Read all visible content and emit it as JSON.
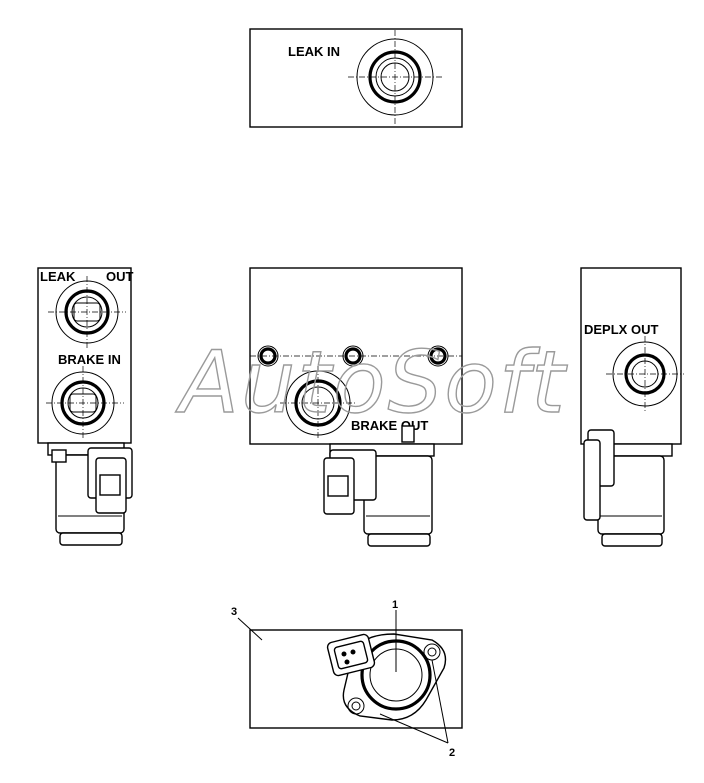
{
  "labels": {
    "leak_in": "LEAK  IN",
    "leak": "LEAK",
    "out_left": "OUT",
    "brake_in": "BRAKE  IN",
    "brake_out": "BRAKE  OUT",
    "deplx_out": "DEPLX  OUT"
  },
  "callouts": {
    "c1": "1",
    "c2": "2",
    "c3": "3"
  },
  "watermark": "AutoSoft",
  "colors": {
    "line": "#000000",
    "watermark": "#9a9a9a",
    "background": "#ffffff"
  }
}
